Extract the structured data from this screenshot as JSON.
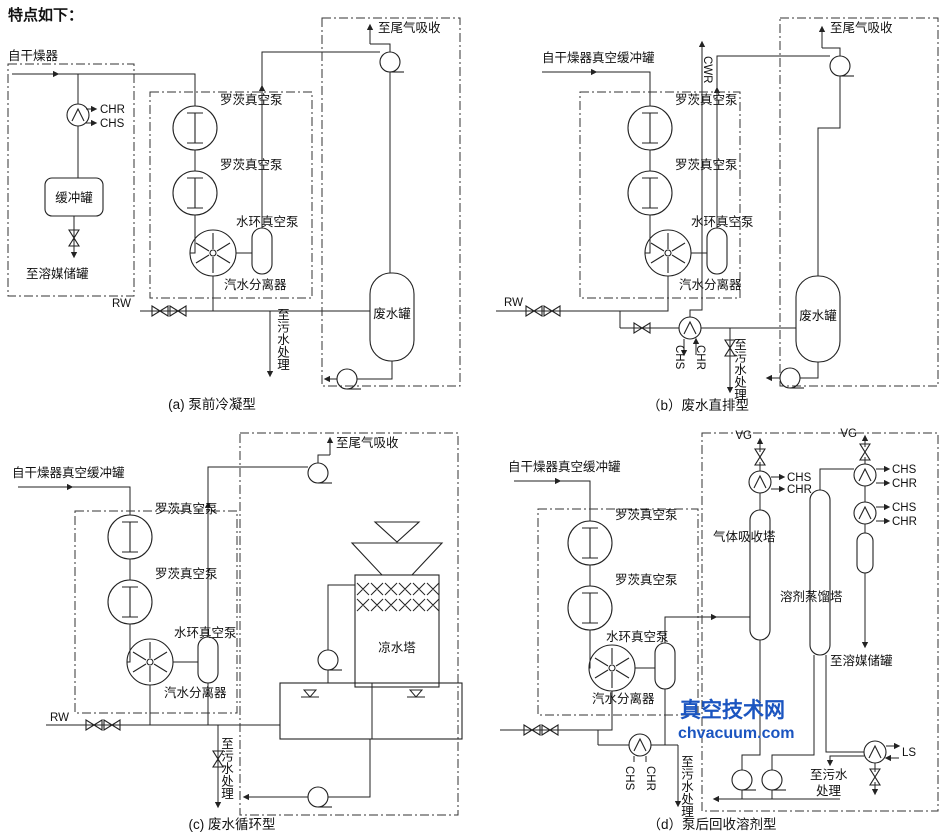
{
  "intro": "特点如下：",
  "watermark": {
    "name": "真空技术网",
    "site": "chvacuum.com"
  },
  "panels": {
    "a": {
      "caption": "(a) 泵前冷凝型",
      "from_dryer": "自干燥器",
      "chr": "CHR",
      "chs": "CHS",
      "buffer_tank": "缓冲罐",
      "to_solvent": "至溶媒储罐",
      "roots1": "罗茨真空泵",
      "roots2": "罗茨真空泵",
      "water_ring": "水环真空泵",
      "separator": "汽水分离器",
      "rw": "RW",
      "to_sewage": "至污水处理",
      "to_tailgas": "至尾气吸收",
      "waste_tank": "废水罐"
    },
    "b": {
      "caption": "（b）废水直排型",
      "from_dryer": "自干燥器真空缓冲罐",
      "cwr": "CWR",
      "to_tailgas": "至尾气吸收",
      "roots1": "罗茨真空泵",
      "roots2": "罗茨真空泵",
      "water_ring": "水环真空泵",
      "separator": "汽水分离器",
      "rw": "RW",
      "chs": "CHS",
      "chr": "CHR",
      "to_sewage": "至污水处理",
      "waste_tank": "废水罐"
    },
    "c": {
      "caption": "(c) 废水循环型",
      "from_dryer": "自干燥器真空缓冲罐",
      "to_tailgas": "至尾气吸收",
      "roots1": "罗茨真空泵",
      "roots2": "罗茨真空泵",
      "water_ring": "水环真空泵",
      "separator": "汽水分离器",
      "rw": "RW",
      "to_sewage": "至污水处理",
      "cooling_tower": "凉水塔"
    },
    "d": {
      "caption": "（d）泵后回收溶剂型",
      "from_dryer": "自干燥器真空缓冲罐",
      "vg1": "VG",
      "vg2": "VG",
      "chs1": "CHS",
      "chr1": "CHR",
      "chs2": "CHS",
      "chr2": "CHR",
      "chs3": "CHS",
      "chr3": "CHR",
      "gas_absorber": "气体吸收塔",
      "distill_tower": "溶剂蒸馏塔",
      "to_solvent": "至溶媒储罐",
      "roots1": "罗茨真空泵",
      "roots2": "罗茨真空泵",
      "water_ring": "水环真空泵",
      "separator": "汽水分离器",
      "chs4": "CHS",
      "chr4": "CHR",
      "to_sewage1": "至污水处理",
      "ls": "LS",
      "to_sewage2_line1": "至污水",
      "to_sewage2_line2": "处理"
    }
  }
}
